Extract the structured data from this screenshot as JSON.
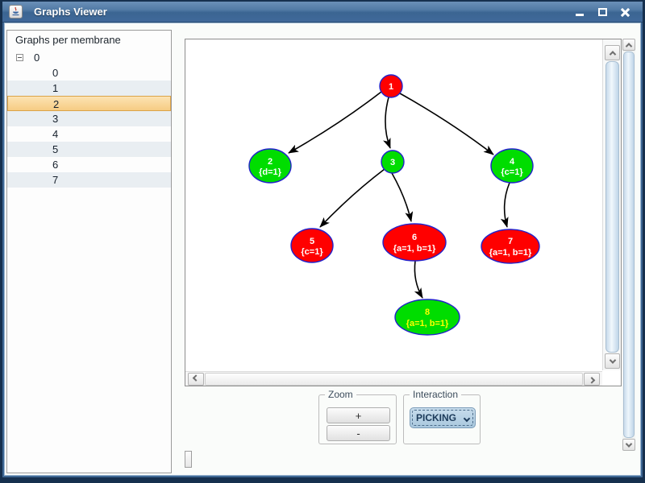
{
  "window": {
    "title": "Graphs Viewer",
    "icons": [
      "java-cup-icon",
      "minimize-icon",
      "maximize-icon",
      "close-icon"
    ]
  },
  "sidebar": {
    "header": "Graphs per membrane",
    "root": "0",
    "items": [
      "0",
      "1",
      "2",
      "3",
      "4",
      "5",
      "6",
      "7"
    ],
    "selected": "2"
  },
  "graph": {
    "node_border_color": "#2222cc",
    "colors": {
      "red": "#ff0000",
      "green": "#00dd00"
    },
    "nodes": [
      {
        "id": "1",
        "label": "1",
        "sublabel": "",
        "fill": "#ff0000",
        "text_color": "#ffffff"
      },
      {
        "id": "2",
        "label": "2",
        "sublabel": "{d=1}",
        "fill": "#00dd00",
        "text_color": "#ffffff"
      },
      {
        "id": "3",
        "label": "3",
        "sublabel": "",
        "fill": "#00dd00",
        "text_color": "#ffffff"
      },
      {
        "id": "4",
        "label": "4",
        "sublabel": "{c=1}",
        "fill": "#00dd00",
        "text_color": "#ffffff"
      },
      {
        "id": "5",
        "label": "5",
        "sublabel": "{c=1}",
        "fill": "#ff0000",
        "text_color": "#ffffff"
      },
      {
        "id": "6",
        "label": "6",
        "sublabel": "{a=1, b=1}",
        "fill": "#ff0000",
        "text_color": "#ffffff"
      },
      {
        "id": "7",
        "label": "7",
        "sublabel": "{a=1, b=1}",
        "fill": "#ff0000",
        "text_color": "#ffffff"
      },
      {
        "id": "8",
        "label": "8",
        "sublabel": "{a=1, b=1}",
        "fill": "#00dd00",
        "text_color": "#ffff00"
      }
    ],
    "edges": [
      {
        "from": "1",
        "to": "2"
      },
      {
        "from": "1",
        "to": "3"
      },
      {
        "from": "1",
        "to": "4"
      },
      {
        "from": "3",
        "to": "5"
      },
      {
        "from": "3",
        "to": "6"
      },
      {
        "from": "4",
        "to": "7"
      },
      {
        "from": "6",
        "to": "8"
      }
    ]
  },
  "controls": {
    "zoom": {
      "title": "Zoom",
      "plus_label": "+",
      "minus_label": "-"
    },
    "interaction": {
      "title": "Interaction",
      "selected": "PICKING"
    }
  }
}
